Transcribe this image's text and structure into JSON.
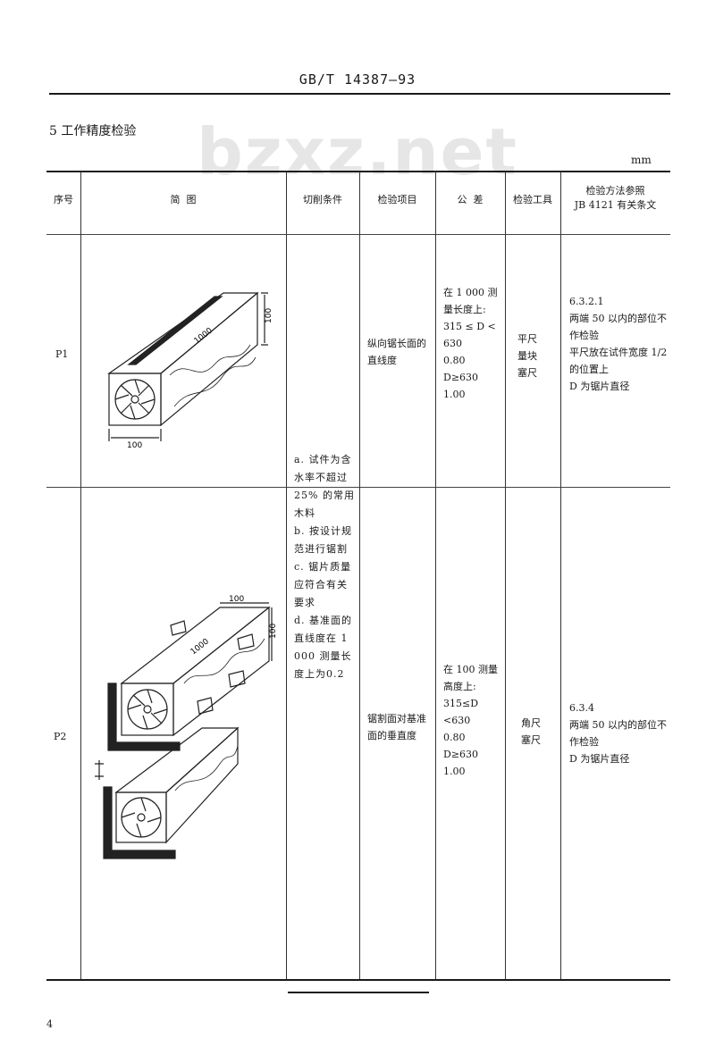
{
  "header": {
    "standard_code": "GB/T 14387—93"
  },
  "watermark": "bzxz.net",
  "section": {
    "title": "5  工作精度检验"
  },
  "unit": "mm",
  "table": {
    "columns": [
      "序号",
      "简  图",
      "切削条件",
      "检验项目",
      "公  差",
      "检验工具",
      "检验方法参照\nJB 4121 有关条文"
    ],
    "shared_cutting_conditions": "a. 试件为含水率不超过 25% 的常用木料\nb. 按设计规范进行锯割\nc. 锯片质量应符合有关要求\nd. 基准面的直线度在 1 000 测量长度上为0.2",
    "rows": [
      {
        "id": "P1",
        "check_item": "纵向锯长面的直线度",
        "tolerance": "在 1 000 测量长度上:\n315 ≤ D < 630\n0.80\nD≥630\n1.00",
        "tools": "平尺\n量块\n塞尺",
        "method": "6.3.2.1\n两端 50 以内的部位不作检验\n平尺放在试件宽度 1/2 的位置上\nD 为锯片直径",
        "diagram_labels": {
          "height": "100",
          "length": "1000",
          "width": "100"
        }
      },
      {
        "id": "P2",
        "check_item": "锯割面对基准面的垂直度",
        "tolerance": "在 100 测量高度上:\n315≤D\n<630\n0.80\nD≥630\n1.00",
        "tools": "角尺\n塞尺",
        "method": "6.3.4\n两端 50 以内的部位不作检验\nD 为锯片直径",
        "diagram_labels": {
          "top": "100",
          "side": "100",
          "length": "1000"
        }
      }
    ]
  },
  "footer": {
    "page_number": "4"
  }
}
